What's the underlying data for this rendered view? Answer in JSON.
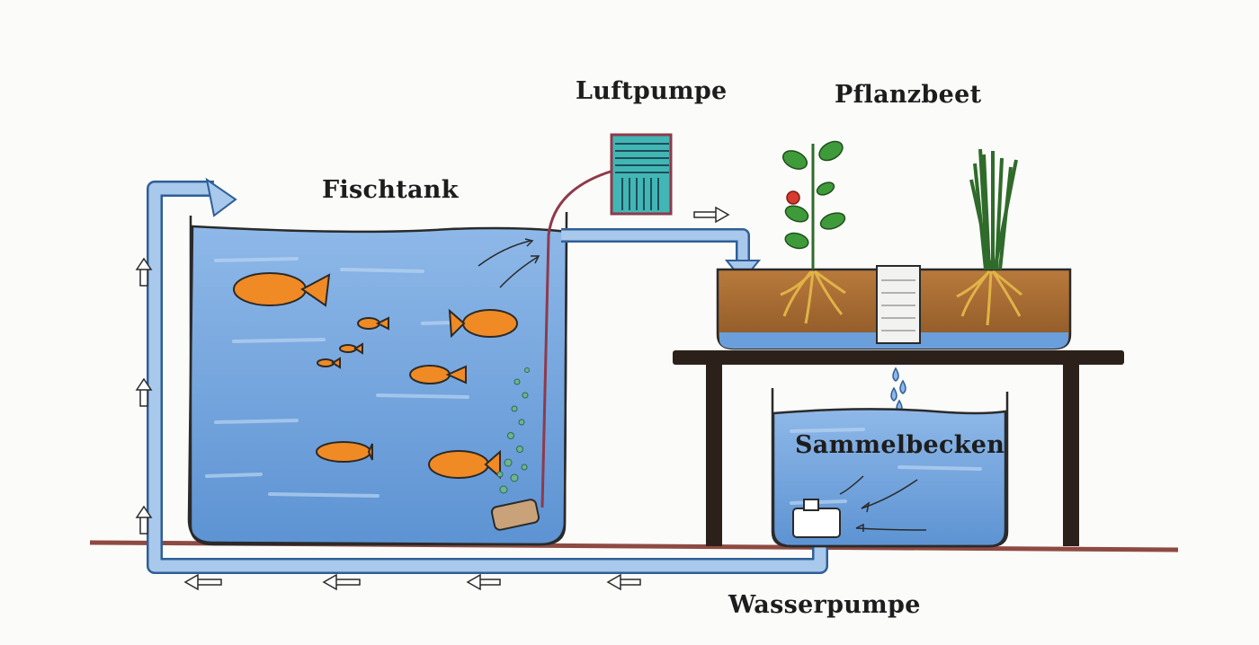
{
  "labels": {
    "air_pump": "Luftpumpe",
    "plant_bed": "Pflanzbeet",
    "fish_tank": "Fischtank",
    "sump": "Sammelbecken",
    "water_pump": "Wasserpumpe"
  },
  "colors": {
    "water": "#6b9fdb",
    "pipe": "#a8c8ec",
    "soil": "#a6662e",
    "fish": "#f08a24",
    "table": "#2c211a",
    "ground": "#8e4a42",
    "pump_teal": "#41b6b5",
    "leaf": "#3f9b3a"
  }
}
